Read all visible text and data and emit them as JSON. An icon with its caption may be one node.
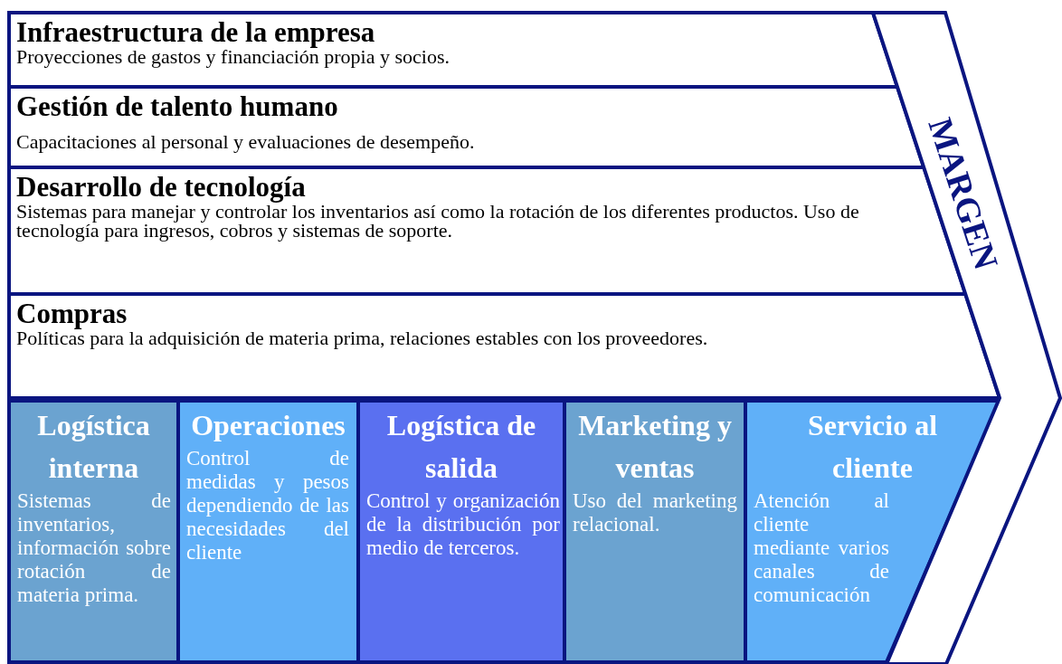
{
  "diagram": {
    "nodes": [
      {
        "text": [
          "Infraestructura de la empresa",
          "Proyecciones de gastos y financiación propia y socios."
        ]
      },
      {
        "text": [
          "Gestión de talento humano",
          "Capacitaciones al personal y evaluaciones de desempeño."
        ]
      },
      {
        "text": [
          "Desarrollo de tecnología",
          "Sistemas para manejar y controlar los inventarios así como la rotación de los diferentes productos. Uso de tecnología para ingresos, cobros y sistemas de soporte."
        ]
      },
      {
        "text": [
          "Compras",
          "Políticas para la adquisición de materia prima, relaciones estables con los proveedores."
        ]
      },
      {
        "text": [
          "Logística interna",
          "Sistemas de inventarios, información sobre rotación de materia prima."
        ]
      },
      {
        "text": [
          "Operaciones",
          "Control de medidas y pesos dependiendo de las necesidades del cliente"
        ]
      },
      {
        "text": [
          "Logística de salida",
          "Control y organización de la distribución por medio de terceros."
        ]
      },
      {
        "text": [
          "Marketing y ventas",
          "Uso del marketing relacional."
        ]
      },
      {
        "text": [
          "Servicio al cliente",
          "Atención al cliente mediante varios canales de comunicación"
        ]
      },
      {
        "text": [
          "MARGEN"
        ]
      }
    ],
    "edges": []
  }
}
